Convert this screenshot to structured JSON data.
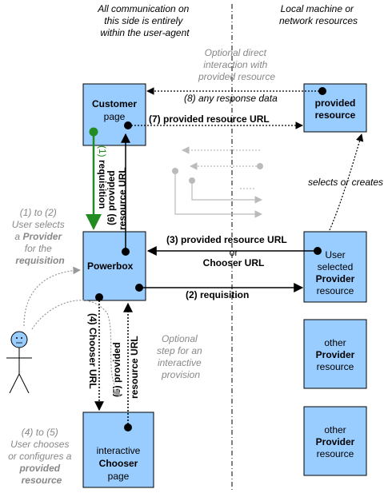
{
  "columns": {
    "left_header": [
      "All communication on",
      "this side is entirely",
      "within the user-agent"
    ],
    "right_header": [
      "Local machine or",
      "network resources"
    ]
  },
  "boxes": {
    "customer": [
      "Customer",
      "page"
    ],
    "provided_resource": [
      "provided",
      "resource"
    ],
    "powerbox": "Powerbox",
    "user_selected_provider": [
      "User",
      "selected",
      "Provider",
      "resource"
    ],
    "other_provider_1": [
      "other",
      "Provider",
      "resource"
    ],
    "other_provider_2": [
      "other",
      "Provider",
      "resource"
    ],
    "chooser": [
      "interactive",
      "Chooser",
      "page"
    ]
  },
  "labels": {
    "optional_direct": [
      "Optional direct",
      "interaction with",
      "provided resource"
    ],
    "step8": "(8) any response data",
    "step7": "(7) provided resource URL",
    "step1_num": "(1)",
    "step1_word": "requisition",
    "step6_upper": [
      "(6) provided",
      "resource URL"
    ],
    "selects_or_creates": "selects or creates",
    "step3": "(3) provided resource URL",
    "step3_or": "or",
    "step3_chooser": "Chooser URL",
    "step2": "(2) requisition",
    "step4": "(4) Chooser URL",
    "step5_lower": [
      "(5) provided",
      "resource URL"
    ],
    "optional_step": [
      "Optional",
      "step for an",
      "interactive",
      "provision"
    ]
  },
  "notes": {
    "one_to_two": {
      "line1": "(1) to (2)",
      "line2": "User selects",
      "line3_pre": "a ",
      "line3_bold": "Provider",
      "line4": "for the",
      "line5": "requisition"
    },
    "four_to_five": {
      "line1": "(4) to (5)",
      "line2": "User chooses",
      "line3": "or configures a",
      "line4": "provided",
      "line5": "resource"
    }
  },
  "colors": {
    "box_fill": "#99ccff",
    "green_arrow": "#228b22",
    "gray_text": "#888888"
  }
}
